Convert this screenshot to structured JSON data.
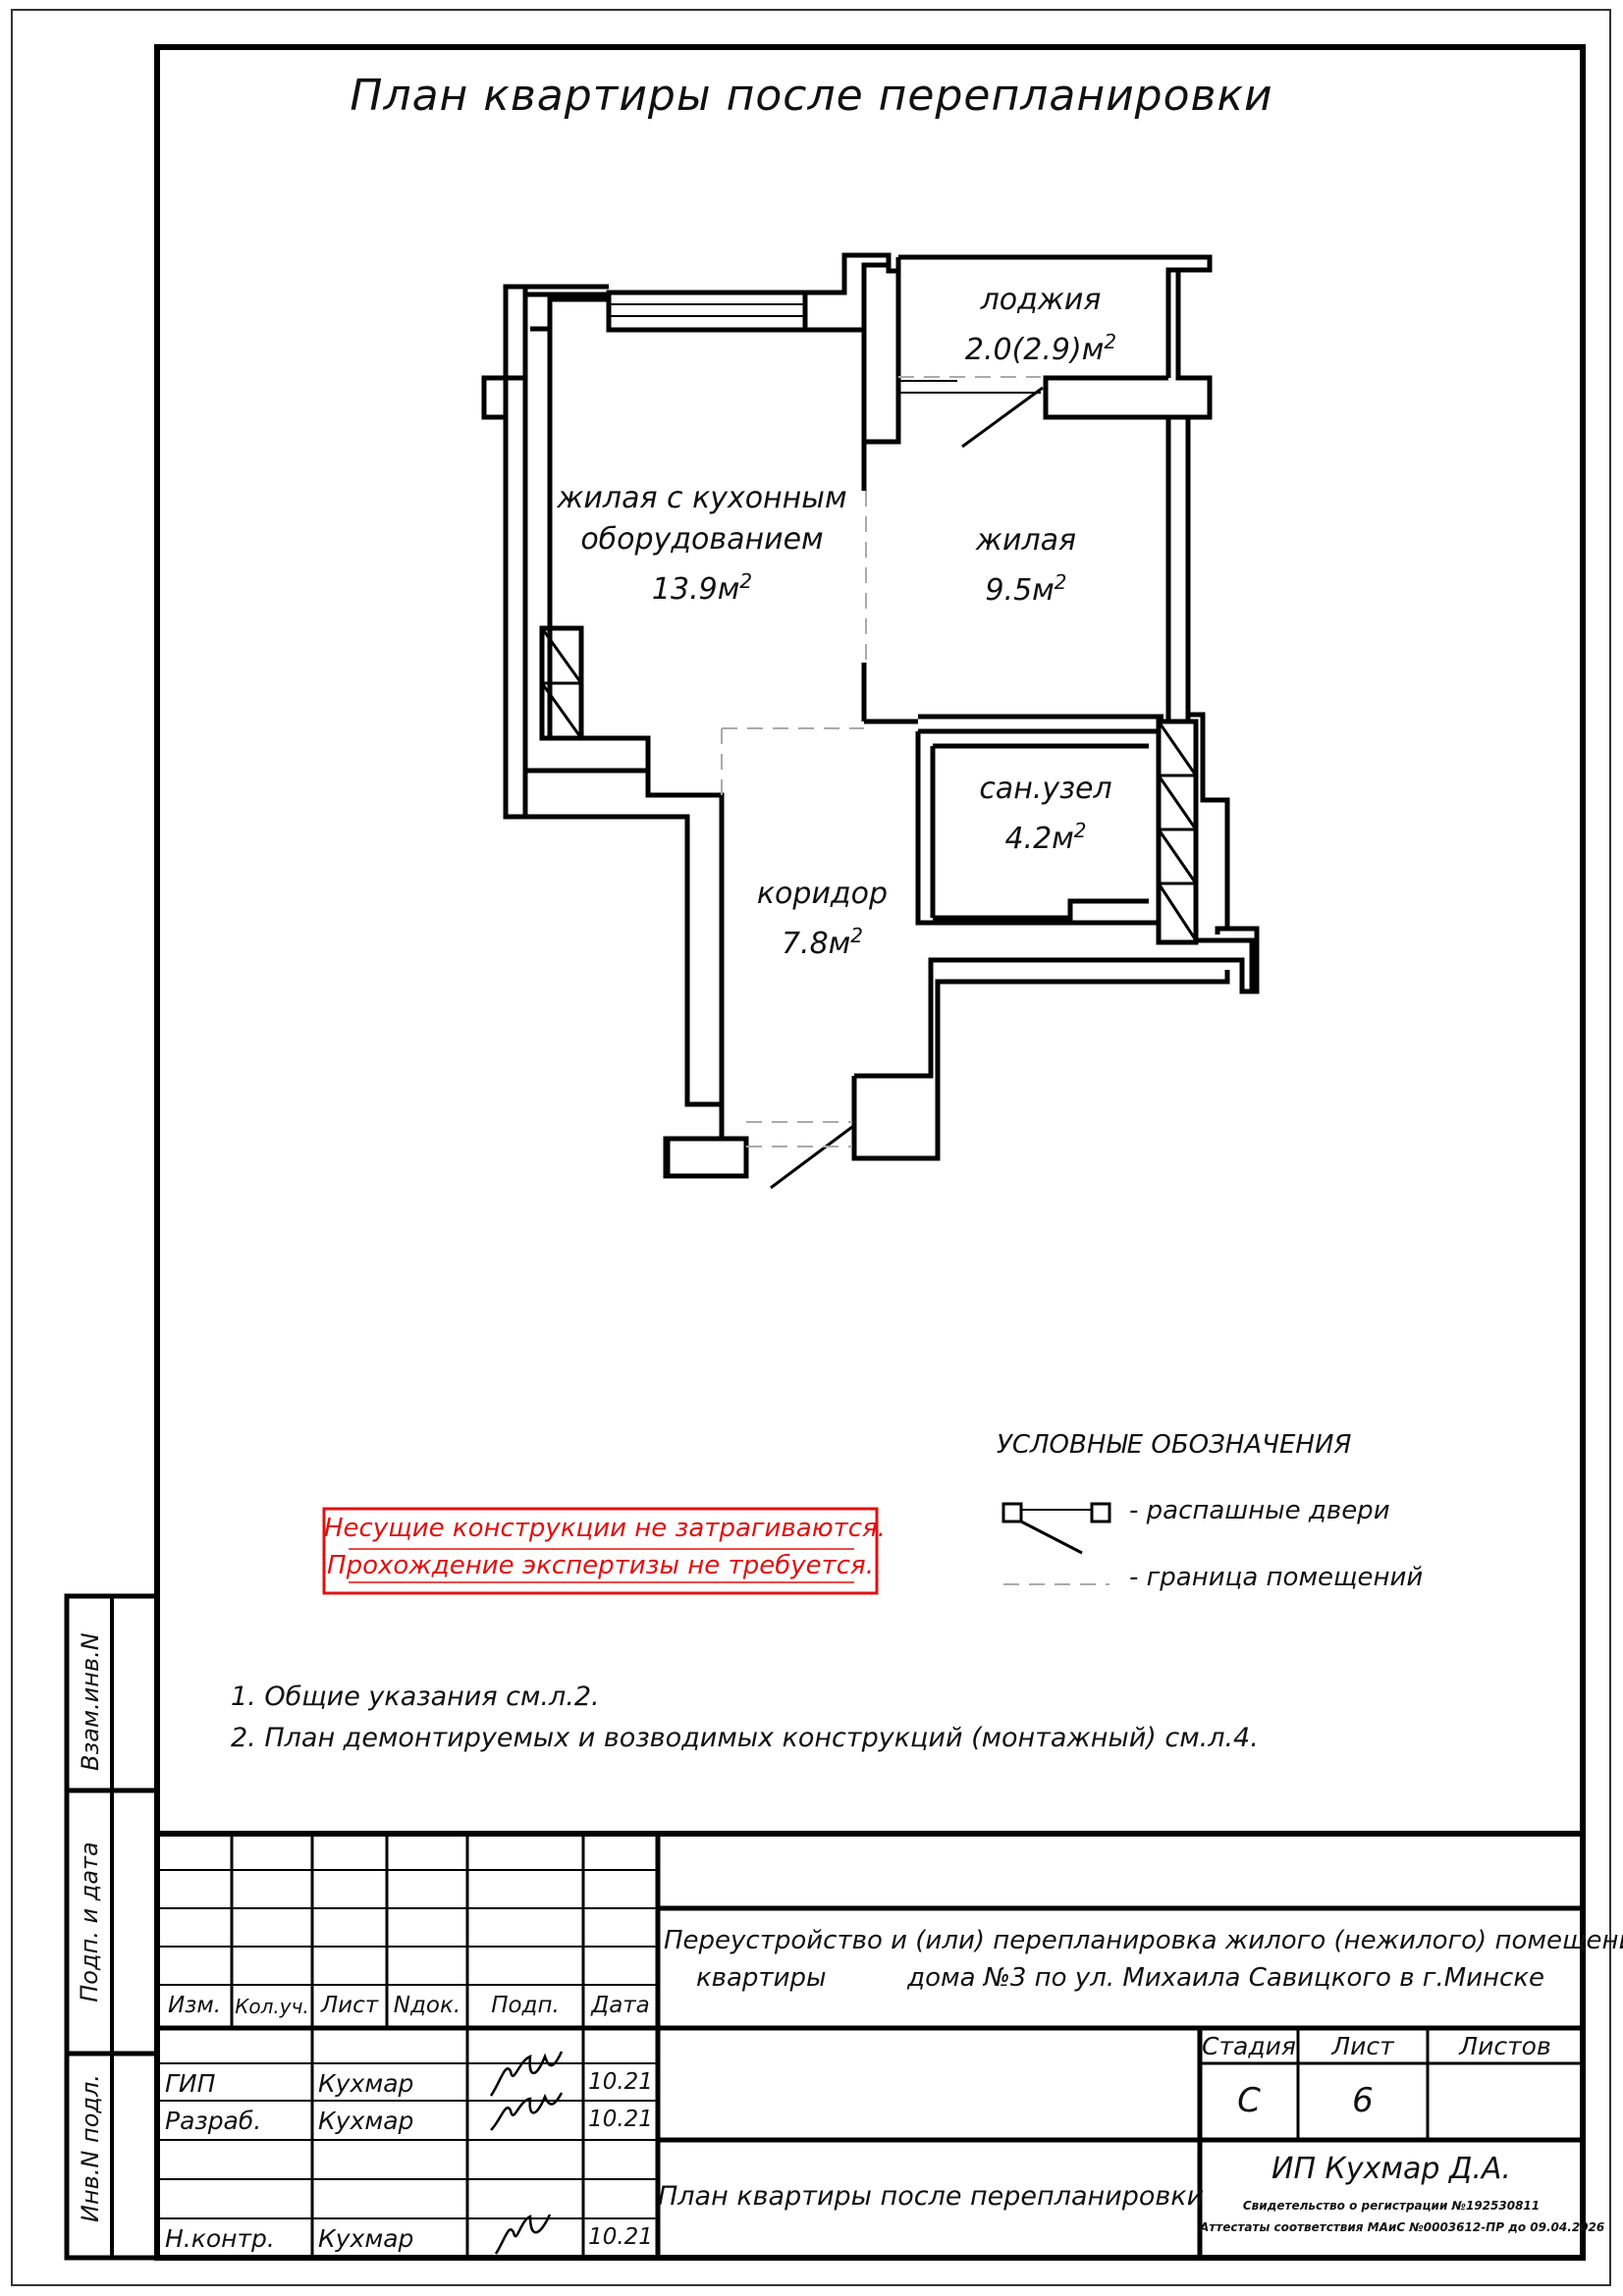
{
  "title": "План квартиры после перепланировки",
  "rooms": {
    "loggia": {
      "name": "лоджия",
      "area": "2.0(2.9)м",
      "sup": "2"
    },
    "living_kitchen": {
      "name1": "жилая с кухонным",
      "name2": "оборудованием",
      "area": "13.9м",
      "sup": "2"
    },
    "living": {
      "name": "жилая",
      "area": "9.5м",
      "sup": "2"
    },
    "bathroom": {
      "name": "сан.узел",
      "area": "4.2м",
      "sup": "2"
    },
    "corridor": {
      "name": "коридор",
      "area": "7.8м",
      "sup": "2"
    }
  },
  "legend": {
    "title": "УСЛОВНЫЕ ОБОЗНАЧЕНИЯ",
    "door": "- распашные двери",
    "boundary": "- граница помещений"
  },
  "warning": {
    "line1": "Несущие конструкции не затрагиваются.",
    "line2": "Прохождение экспертизы не требуется.",
    "color": "#e01010"
  },
  "notes": [
    "1.  Общие указания см.л.2.",
    "2.  План демонтируемых и возводимых конструкций (монтажный) см.л.4."
  ],
  "side_labels": {
    "replace_inv": "Взам.инв.N",
    "sign_date": "Подп. и дата",
    "inv_orig": "Инв.N подл."
  },
  "stamp": {
    "headers": [
      "Изм.",
      "Кол.уч.",
      "Лист",
      "Nдок.",
      "Подп.",
      "Дата"
    ],
    "rows": [
      {
        "role": "ГИП",
        "name": "Кухмар",
        "date": "10.21"
      },
      {
        "role": "Разраб.",
        "name": "Кухмар",
        "date": "10.21"
      },
      {
        "role": "Н.контр.",
        "name": "Кухмар",
        "date": "10.21"
      }
    ],
    "project_line1": "Переустройство и (или) перепланировка жилого (нежилого) помещения",
    "project_line2": "квартиры          дома №3 по ул. Михаила Савицкого в г.Минске",
    "stage_label": "Стадия",
    "sheet_label": "Лист",
    "sheets_label": "Листов",
    "stage": "С",
    "sheet": "6",
    "sheets": "",
    "drawing_name": "План квартиры после перепланировки",
    "org_name": "ИП Кухмар Д.А.",
    "org_line1": "Свидетельство о регистрации №192530811",
    "org_line2": "Аттестаты соответствия МАиС №0003612-ПР до 09.04.2026"
  }
}
